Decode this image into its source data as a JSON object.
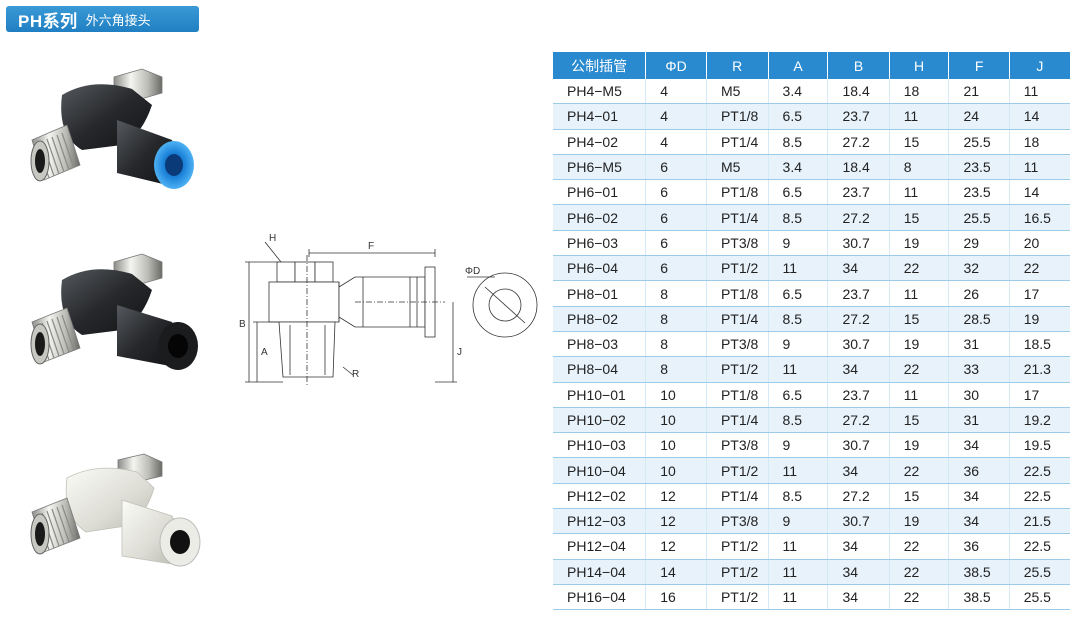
{
  "header": {
    "series": "PH系列",
    "subtitle": "外六角接头"
  },
  "products": [
    {
      "name": "fitting-black-blue",
      "body_color": "#2b2d30",
      "collet_color": "#1f8fe0"
    },
    {
      "name": "fitting-black",
      "body_color": "#2b2d30",
      "collet_color": "#1b1c1e"
    },
    {
      "name": "fitting-white",
      "body_color": "#e8e8e2",
      "collet_color": "#e8e8e2"
    }
  ],
  "diagram": {
    "labels": {
      "H": "H",
      "F": "F",
      "B": "B",
      "A": "A",
      "R": "R",
      "J": "J",
      "D": "ΦD"
    }
  },
  "table": {
    "headers": [
      "公制插管",
      "ΦD",
      "R",
      "A",
      "B",
      "H",
      "F",
      "J"
    ],
    "rows": [
      [
        "PH4−M5",
        "4",
        "M5",
        "3.4",
        "18.4",
        "18",
        "21",
        "11"
      ],
      [
        "PH4−01",
        "4",
        "PT1/8",
        "6.5",
        "23.7",
        "11",
        "24",
        "14"
      ],
      [
        "PH4−02",
        "4",
        "PT1/4",
        "8.5",
        "27.2",
        "15",
        "25.5",
        "18"
      ],
      [
        "PH6−M5",
        "6",
        "M5",
        "3.4",
        "18.4",
        "8",
        "23.5",
        "11"
      ],
      [
        "PH6−01",
        "6",
        "PT1/8",
        "6.5",
        "23.7",
        "11",
        "23.5",
        "14"
      ],
      [
        "PH6−02",
        "6",
        "PT1/4",
        "8.5",
        "27.2",
        "15",
        "25.5",
        "16.5"
      ],
      [
        "PH6−03",
        "6",
        "PT3/8",
        "9",
        "30.7",
        "19",
        "29",
        "20"
      ],
      [
        "PH6−04",
        "6",
        "PT1/2",
        "11",
        "34",
        "22",
        "32",
        "22"
      ],
      [
        "PH8−01",
        "8",
        "PT1/8",
        "6.5",
        "23.7",
        "11",
        "26",
        "17"
      ],
      [
        "PH8−02",
        "8",
        "PT1/4",
        "8.5",
        "27.2",
        "15",
        "28.5",
        "19"
      ],
      [
        "PH8−03",
        "8",
        "PT3/8",
        "9",
        "30.7",
        "19",
        "31",
        "18.5"
      ],
      [
        "PH8−04",
        "8",
        "PT1/2",
        "11",
        "34",
        "22",
        "33",
        "21.3"
      ],
      [
        "PH10−01",
        "10",
        "PT1/8",
        "6.5",
        "23.7",
        "11",
        "30",
        "17"
      ],
      [
        "PH10−02",
        "10",
        "PT1/4",
        "8.5",
        "27.2",
        "15",
        "31",
        "19.2"
      ],
      [
        "PH10−03",
        "10",
        "PT3/8",
        "9",
        "30.7",
        "19",
        "34",
        "19.5"
      ],
      [
        "PH10−04",
        "10",
        "PT1/2",
        "11",
        "34",
        "22",
        "36",
        "22.5"
      ],
      [
        "PH12−02",
        "12",
        "PT1/4",
        "8.5",
        "27.2",
        "15",
        "34",
        "22.5"
      ],
      [
        "PH12−03",
        "12",
        "PT3/8",
        "9",
        "30.7",
        "19",
        "34",
        "21.5"
      ],
      [
        "PH12−04",
        "12",
        "PT1/2",
        "11",
        "34",
        "22",
        "36",
        "22.5"
      ],
      [
        "PH14−04",
        "14",
        "PT1/2",
        "11",
        "34",
        "22",
        "38.5",
        "25.5"
      ],
      [
        "PH16−04",
        "16",
        "PT1/2",
        "11",
        "34",
        "22",
        "38.5",
        "25.5"
      ]
    ]
  }
}
